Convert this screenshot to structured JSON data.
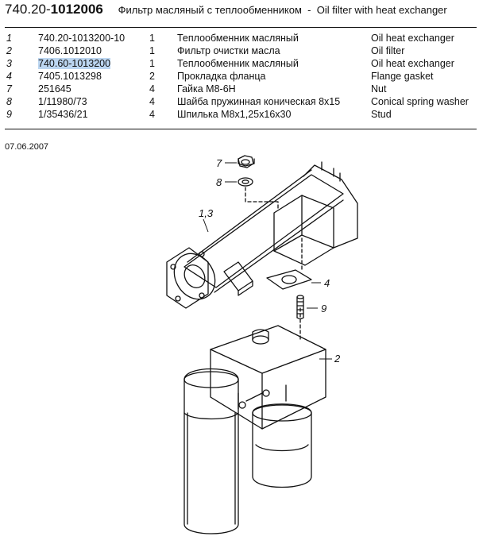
{
  "header": {
    "catalog_prefix": "740.20-",
    "catalog_number": "1012006",
    "title_ru": "Фильтр масляный с теплообменником",
    "separator": "-",
    "title_en": "Oil filter with heat exchanger"
  },
  "parts": [
    {
      "pos": "1",
      "number": "740.20-1013200-10",
      "qty": "1",
      "name_ru": "Теплообменник масляный",
      "name_en": "Oil heat exchanger",
      "highlighted": false
    },
    {
      "pos": "2",
      "number": "7406.1012010",
      "qty": "1",
      "name_ru": "Фильтр очистки масла",
      "name_en": "Oil filter",
      "highlighted": false
    },
    {
      "pos": "3",
      "number": "740.60-1013200",
      "qty": "1",
      "name_ru": "Теплообменник масляный",
      "name_en": "Oil heat exchanger",
      "highlighted": true
    },
    {
      "pos": "4",
      "number": "7405.1013298",
      "qty": "2",
      "name_ru": "Прокладка фланца",
      "name_en": "Flange gasket",
      "highlighted": false
    },
    {
      "pos": "7",
      "number": "251645",
      "qty": "4",
      "name_ru": "Гайка М8-6Н",
      "name_en": "Nut",
      "highlighted": false
    },
    {
      "pos": "8",
      "number": "1/11980/73",
      "qty": "4",
      "name_ru": "Шайба пружинная коническая 8х15",
      "name_en": "Conical spring washer",
      "highlighted": false
    },
    {
      "pos": "9",
      "number": "1/35436/21",
      "qty": "4",
      "name_ru": "Шпилька М8х1,25х16х30",
      "name_en": "Stud",
      "highlighted": false
    }
  ],
  "date": "07.06.2007",
  "callouts": [
    "7",
    "8",
    "1,3",
    "4",
    "9",
    "2"
  ],
  "colors": {
    "highlight": "#bcd6f1",
    "ink": "#111111"
  }
}
